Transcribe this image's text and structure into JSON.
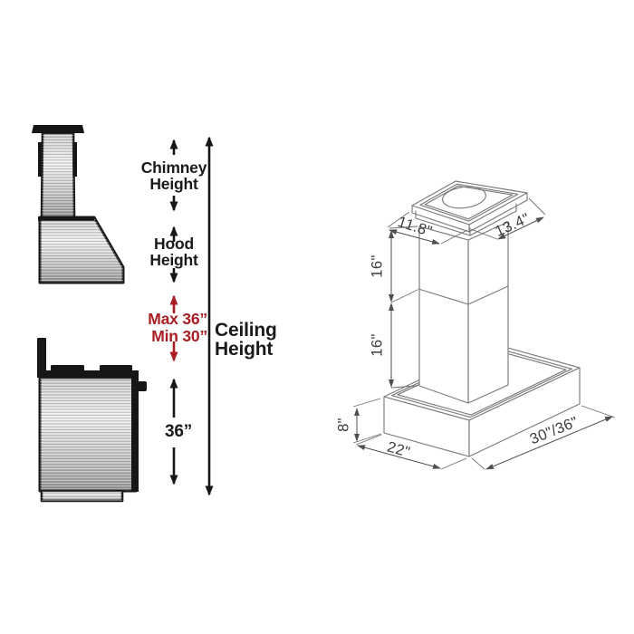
{
  "colors": {
    "text_black": "#1a1a1a",
    "accent_red": "#a81e24",
    "drawing_line": "#7b7b7b",
    "dim_text": "#3d3d3d"
  },
  "wall_view": {
    "chimney_height_label": {
      "line1": "Chimney",
      "line2": "Height"
    },
    "hood_height_label": {
      "line1": "Hood",
      "line2": "Height"
    },
    "mount_clearance_label": {
      "max": "Max 36”",
      "min": "Min 30”"
    },
    "ceiling_height_label": {
      "line1": "Ceiling",
      "line2": "Height"
    },
    "counter_height_label": "36”"
  },
  "iso_view": {
    "plate_depth": "11.8\"",
    "plate_width": "13.4\"",
    "upper_chimney_height": "16\"",
    "lower_chimney_height": "16\"",
    "body_height": "8\"",
    "body_depth": "22\"",
    "body_width": "30\"/36\""
  }
}
